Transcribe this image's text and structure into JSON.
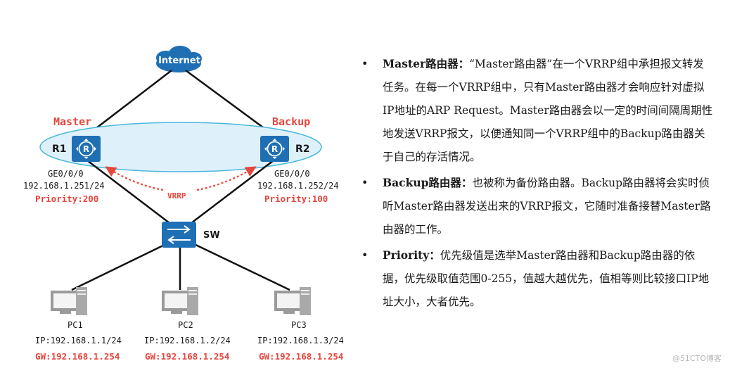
{
  "diagram": {
    "internet_label": "Internet",
    "r1": {
      "role": "Master",
      "name": "R1",
      "iface": "GE0/0/0",
      "ip": "192.168.1.251/24",
      "priority": "Priority:200"
    },
    "r2": {
      "role": "Backup",
      "name": "R2",
      "iface": "GE0/0/0",
      "ip": "192.168.1.252/24",
      "priority": "Priority:100"
    },
    "vrrp_label": "VRRP",
    "switch_label": "SW",
    "pcs": [
      {
        "name": "PC1",
        "ip": "IP:192.168.1.1/24",
        "gw": "GW:192.168.1.254"
      },
      {
        "name": "PC2",
        "ip": "IP:192.168.1.2/24",
        "gw": "GW:192.168.1.254"
      },
      {
        "name": "PC3",
        "ip": "IP:192.168.1.3/24",
        "gw": "GW:192.168.1.254"
      }
    ],
    "colors": {
      "device_blue": "#1f6fb5",
      "accent_red": "#e8453c",
      "ellipse_fill": "#def1fb",
      "ellipse_stroke": "#48b6dd"
    }
  },
  "bullets": [
    {
      "term": "Master路由器：",
      "text": "“Master路由器”在一个VRRP组中承担报文转发任务。在每一个VRRP组中，只有Master路由器才会响应针对虚拟IP地址的ARP Request。Master路由器会以一定的时间间隔周期性地发送VRRP报文，以便通知同一个VRRP组中的Backup路由器关于自己的存活情况。"
    },
    {
      "term": "Backup路由器：",
      "text": "也被称为备份路由器。Backup路由器将会实时侦听Master路由器发送出来的VRRP报文，它随时准备接替Master路由器的工作。"
    },
    {
      "term": "Priority：",
      "text": "优先级值是选举Master路由器和Backup路由器的依据，优先级取值范围0-255，值越大越优先，值相等则比较接口IP地址大小，大者优先。"
    }
  ],
  "watermark": "@51CTO博客"
}
